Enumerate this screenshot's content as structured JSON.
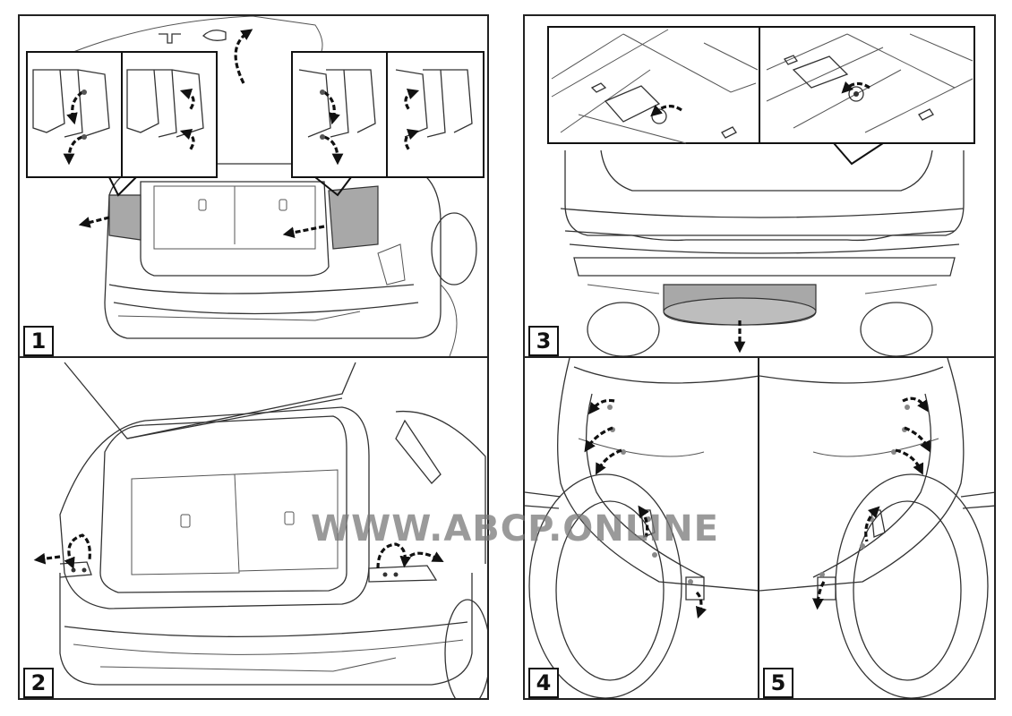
{
  "panels": [
    {
      "number": "1"
    },
    {
      "number": "2"
    },
    {
      "number": "3"
    },
    {
      "number": "4"
    },
    {
      "number": "5"
    }
  ],
  "watermark": "WWW.ABCP.ONLINE",
  "colors": {
    "line": "#333333",
    "highlight": "#a8a8a8",
    "arrow": "#111111",
    "watermark": "#8a8a8a"
  }
}
